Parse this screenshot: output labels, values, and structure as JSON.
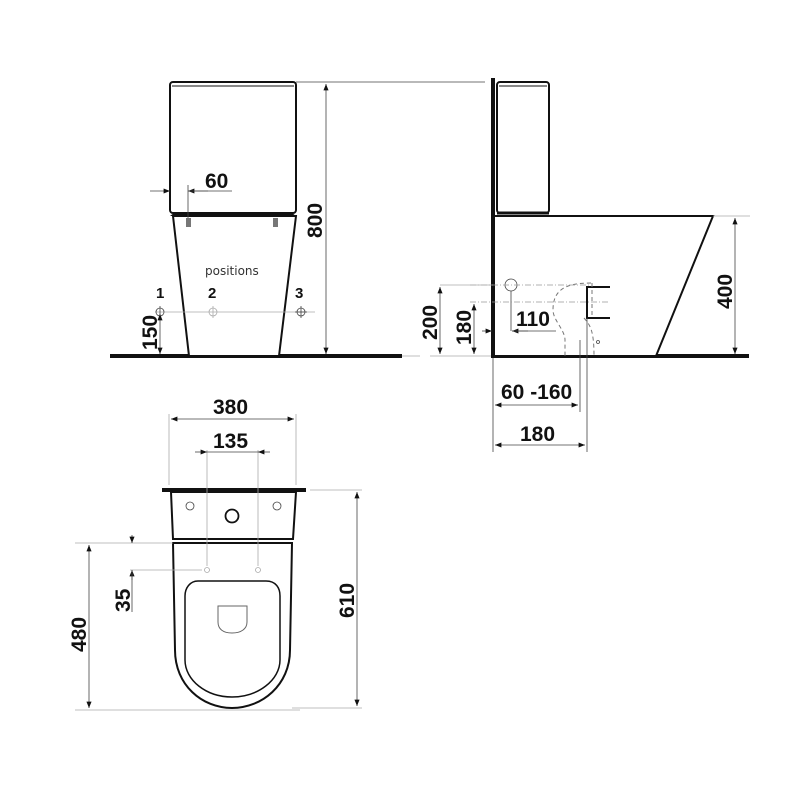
{
  "front_view": {
    "dims": {
      "overall_height": "800",
      "tank_offset": "60",
      "inlet_height": "150"
    },
    "positions_label": "positions",
    "positions": [
      "1",
      "2",
      "3"
    ]
  },
  "side_view": {
    "dims": {
      "seat_height": "400",
      "inlet_height": "200",
      "outlet_height": "180",
      "inlet_offset": "110",
      "outlet_range": "60 -160",
      "outlet_distance": "180"
    }
  },
  "top_view": {
    "dims": {
      "width": "380",
      "fixing_spacing": "135",
      "fixing_offset": "35",
      "bowl_depth": "480",
      "overall_depth": "610"
    }
  }
}
